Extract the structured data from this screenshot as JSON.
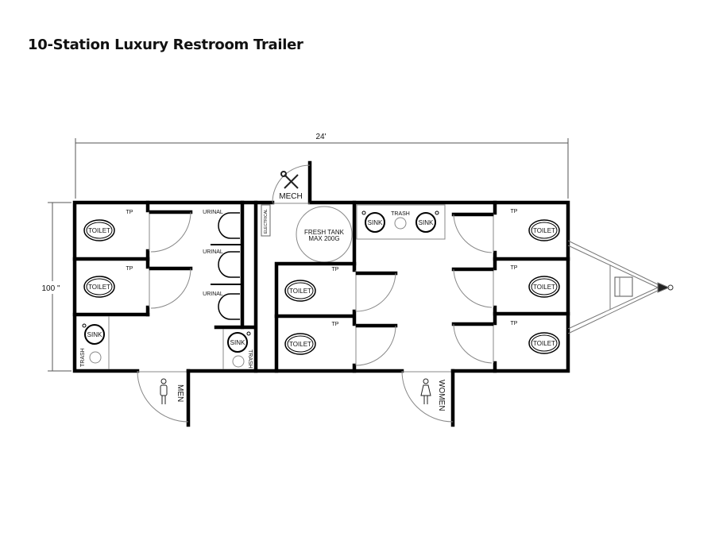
{
  "title": "10-Station Luxury Restroom Trailer",
  "dimensions": {
    "length": "24'",
    "width": "100 \""
  },
  "labels": {
    "mech": "MECH",
    "electrical": "ELECTRICAL",
    "fresh_tank_line1": "FRESH TANK",
    "fresh_tank_line2": "MAX 200G",
    "toilet": "TOILET",
    "tp": "TP",
    "urinal": "URINAL",
    "sink": "SINK",
    "trash": "TRASH",
    "men": "MEN",
    "women": "WOMEN"
  },
  "icons": [
    "wrench-screwdriver-icon",
    "man-icon",
    "woman-icon"
  ]
}
